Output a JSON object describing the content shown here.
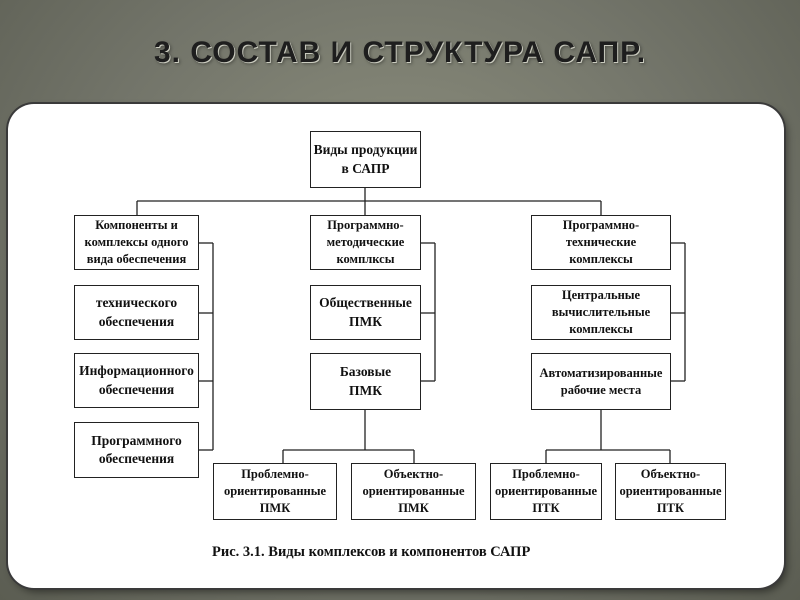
{
  "slide": {
    "title": "3. СОСТАВ И СТРУКТУРА САПР."
  },
  "diagram": {
    "root": "Виды продукции\nв САПР",
    "left_group": {
      "header": "Компоненты и\nкомплексы одного\nвида обеспечения",
      "items": [
        "технического\nобеспечения",
        "Информационного\nобеспечения",
        "Программного\nобеспечения"
      ]
    },
    "middle_group": {
      "header": "Программно-\nметодические\nкомплксы",
      "items": [
        "Общественные\nПМК",
        "Базовые\nПМК"
      ],
      "children": [
        "Проблемно-\nориентированные\nПМК",
        "Объектно-\nориентированные\nПМК"
      ]
    },
    "right_group": {
      "header": "Программно-\nтехнические\nкомплексы",
      "items": [
        "Центральные\nвычислительные\nкомплексы",
        "Автоматизированные\nрабочие места"
      ],
      "children": [
        "Проблемно-\nориентированные\nПТК",
        "Объектно-\nориентированные\nПТК"
      ]
    },
    "caption": "Рис. 3.1. Виды комплексов и компонентов САПР"
  }
}
